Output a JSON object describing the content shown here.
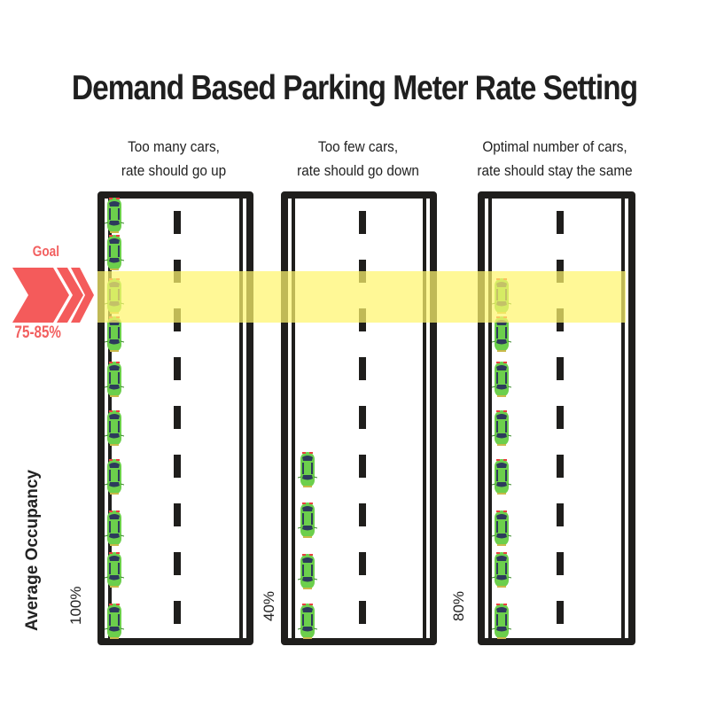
{
  "title": "Demand Based Parking Meter Rate Setting",
  "y_axis_label": "Average Occupancy",
  "goal": {
    "label": "Goal",
    "range": "75-85%",
    "color": "#f45b5b",
    "band_color": "#fff36e"
  },
  "scenarios": [
    {
      "caption_line1": "Too many cars,",
      "caption_line2": "rate should go up",
      "occupancy": "100%",
      "cars": 10
    },
    {
      "caption_line1": "Too few cars,",
      "caption_line2": "rate should go down",
      "occupancy": "40%",
      "cars": 4
    },
    {
      "caption_line1": "Optimal number of cars,",
      "caption_line2": "rate should stay the same",
      "occupancy": "80%",
      "cars": 8
    }
  ],
  "colors": {
    "car_body": "#6ccf4c",
    "car_window": "#2d3a5c",
    "road_line": "#1f1e1c"
  }
}
